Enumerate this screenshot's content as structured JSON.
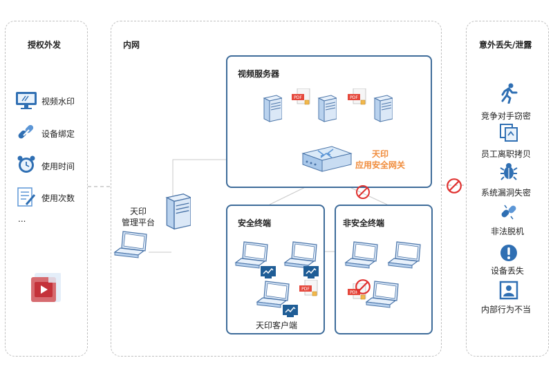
{
  "left_panel": {
    "title": "授权外发",
    "items": [
      {
        "label": "视频水印",
        "icon": "monitor-watermark-icon"
      },
      {
        "label": "设备绑定",
        "icon": "link-icon"
      },
      {
        "label": "使用时间",
        "icon": "alarm-clock-icon"
      },
      {
        "label": "使用次数",
        "icon": "checklist-pen-icon"
      }
    ],
    "more": "...",
    "bottom_icon": "video-player-icon"
  },
  "center_panel": {
    "title": "内网",
    "video_server": {
      "title": "视频服务器"
    },
    "gateway": {
      "line1": "天印",
      "line2": "应用安全网关"
    },
    "platform": {
      "line1": "天印",
      "line2": "管理平台"
    },
    "secure_terminal": {
      "title": "安全终端",
      "client_label": "天印客户端"
    },
    "insecure_terminal": {
      "title": "非安全终端"
    },
    "pdf_badge": "PDF"
  },
  "right_panel": {
    "title": "意外丢失/泄露",
    "items": [
      {
        "label": "竞争对手窃密",
        "icon": "running-person-icon"
      },
      {
        "label": "员工离职拷贝",
        "icon": "copy-icon"
      },
      {
        "label": "系统漏洞失密",
        "icon": "bug-icon"
      },
      {
        "label": "非法脱机",
        "icon": "broken-link-icon"
      },
      {
        "label": "设备丢失",
        "icon": "exclamation-icon"
      },
      {
        "label": "内部行为不当",
        "icon": "person-badge-icon"
      }
    ]
  },
  "colors": {
    "accent_blue": "#3d6b99",
    "icon_blue": "#2f6fb3",
    "gateway_orange": "#f08c3c",
    "forbidden_red": "#e0312f",
    "pdf_red": "#e5483c"
  }
}
